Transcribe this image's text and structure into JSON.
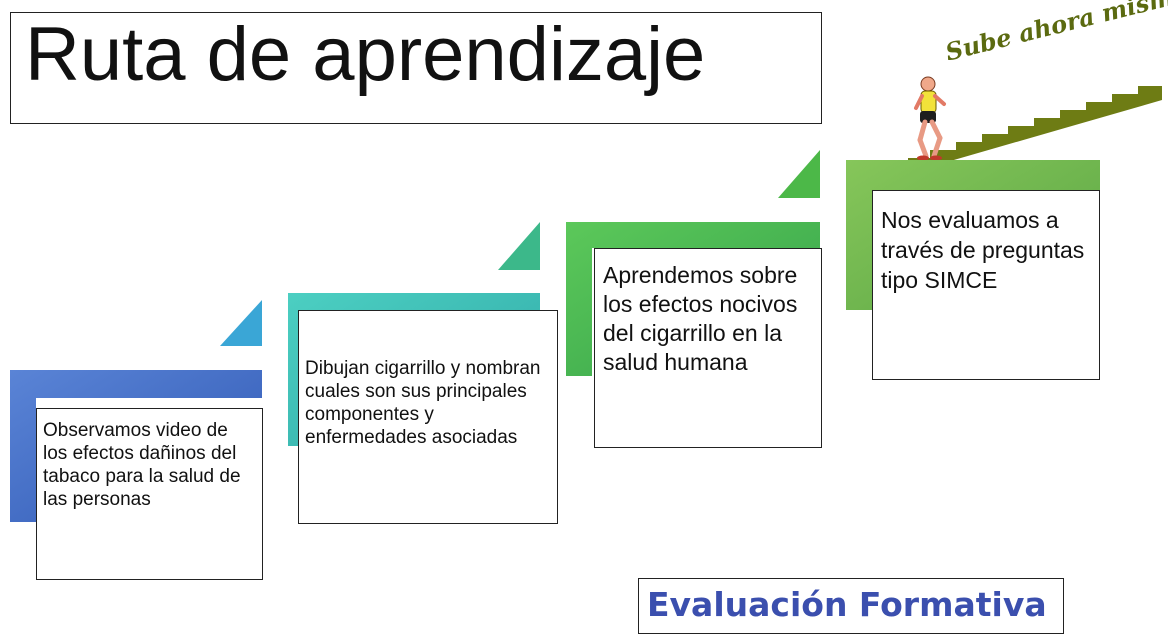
{
  "title": "Ruta de aprendizaje",
  "slogan": "Sube ahora mismo... !",
  "steps": [
    {
      "text": "Observamos video de los efectos dañinos del tabaco para la salud de las personas",
      "color": "#3f6cc4"
    },
    {
      "text": "Dibujan cigarrillo y nombran cuales son sus principales componentes y enfermedades asociadas",
      "color": "#3cbfae"
    },
    {
      "text": "Aprendemos sobre los efectos nocivos del cigarrillo en la salud humana",
      "color": "#48b84a"
    },
    {
      "text": "Nos evaluamos a través de preguntas tipo SIMCE",
      "color": "#6ab54a"
    }
  ],
  "footer": "Evaluación Formativa",
  "colors": {
    "title_text": "#111111",
    "footer_text": "#3b4fae",
    "stairs": "#6e7c14",
    "slogan": "#5b6a10"
  }
}
